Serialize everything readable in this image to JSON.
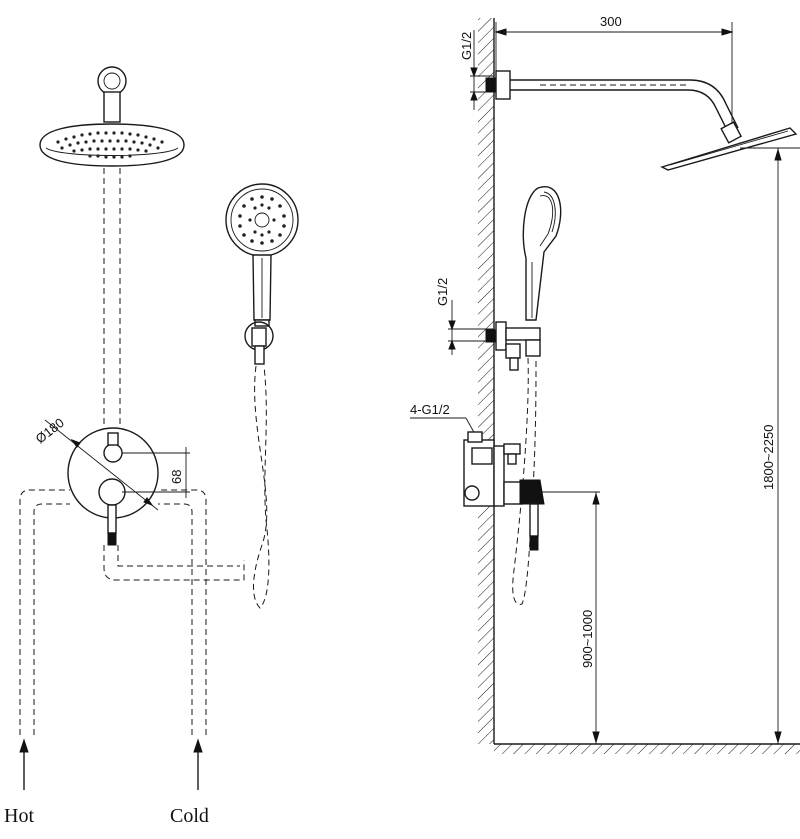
{
  "labels": {
    "hot": "Hot",
    "cold": "Cold",
    "dia180": "Ø180",
    "dim68": "68",
    "dim300": "300",
    "g12_top": "G1/2",
    "g12_mid": "G1/2",
    "g12_four": "4-G1/2",
    "dim_height_total": "1800~2250",
    "dim_height_valve": "900~1000"
  }
}
